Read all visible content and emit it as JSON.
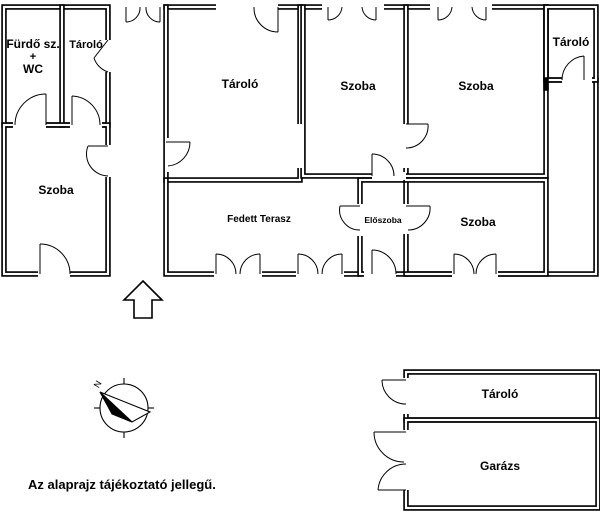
{
  "rooms": {
    "furdo_line1": "Fürdő sz.",
    "furdo_line2": "+",
    "furdo_line3": "WC",
    "tarolo_small": "Tároló",
    "szoba_left": "Szoba",
    "tarolo_big": "Tároló",
    "szoba_mid": "Szoba",
    "szoba_right": "Szoba",
    "tarolo_corner": "Tároló",
    "fedett_terasz": "Fedett Terasz",
    "eloszoba": "Előszoba",
    "szoba_lower": "Szoba",
    "tarolo_garage": "Tároló",
    "garazs": "Garázs"
  },
  "note": "Az alaprajz tájékoztató jellegű.",
  "compass": {
    "north_letter": "N"
  }
}
